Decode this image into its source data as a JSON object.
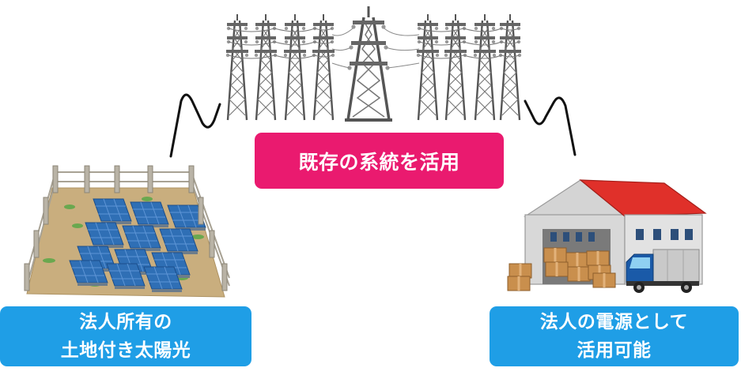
{
  "grid_label": "既存の系統を活用",
  "left_label": {
    "line1": "法人所有の",
    "line2": "土地付き太陽光"
  },
  "right_label": {
    "line1": "法人の電源として",
    "line2": "活用可能"
  },
  "colors": {
    "pink_label": "#ea1a6f",
    "blue_label": "#1f9ee6",
    "roof": "#e0302a",
    "panel": "#2f6fb5",
    "truck": "#1a5aa8",
    "tower": "#555555"
  },
  "icons": [
    "transmission-tower-icon",
    "solar-farm-icon",
    "warehouse-icon",
    "truck-icon"
  ]
}
